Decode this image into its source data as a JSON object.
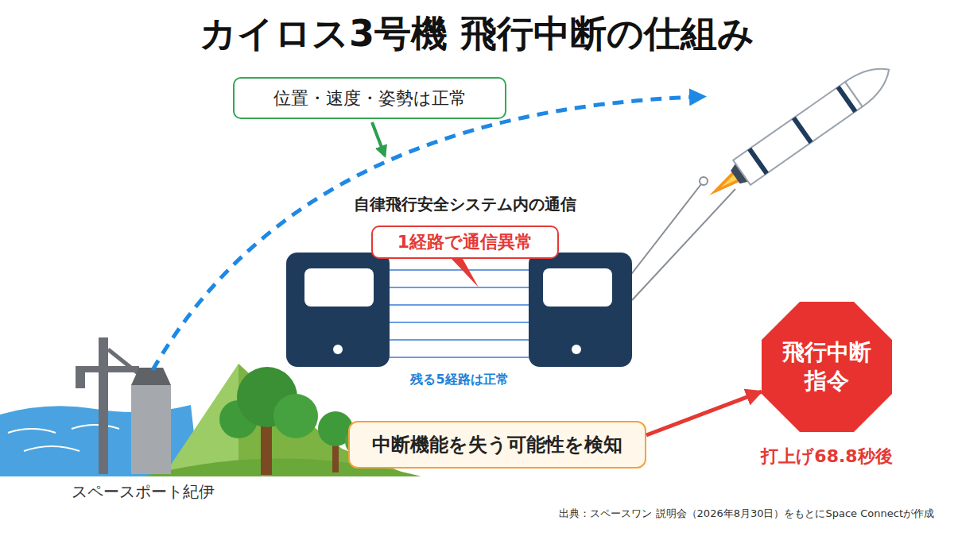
{
  "diagram": {
    "title": "カイロス3号機 飛行中断の仕組み",
    "nodes": [
      {
        "text": [
          "位置・速度・姿勢は正常"
        ]
      },
      {
        "text": [
          "1経路で通信異常"
        ]
      },
      {
        "text": [
          "中断機能を失う可能性を検知"
        ]
      },
      {
        "text": [
          "飛行中断 指令"
        ]
      }
    ],
    "edges": [
      {
        "from": 2,
        "to": 3,
        "arrow": "to"
      }
    ],
    "labels": [
      "自律飛行安全システム内の通信",
      "残る5経路は正常",
      "打上げ68.8秒後",
      "スペースポート紀伊",
      "出典：スペースワン 説明会（2026年8月30日）をもとにSpace Connectが作成"
    ]
  }
}
